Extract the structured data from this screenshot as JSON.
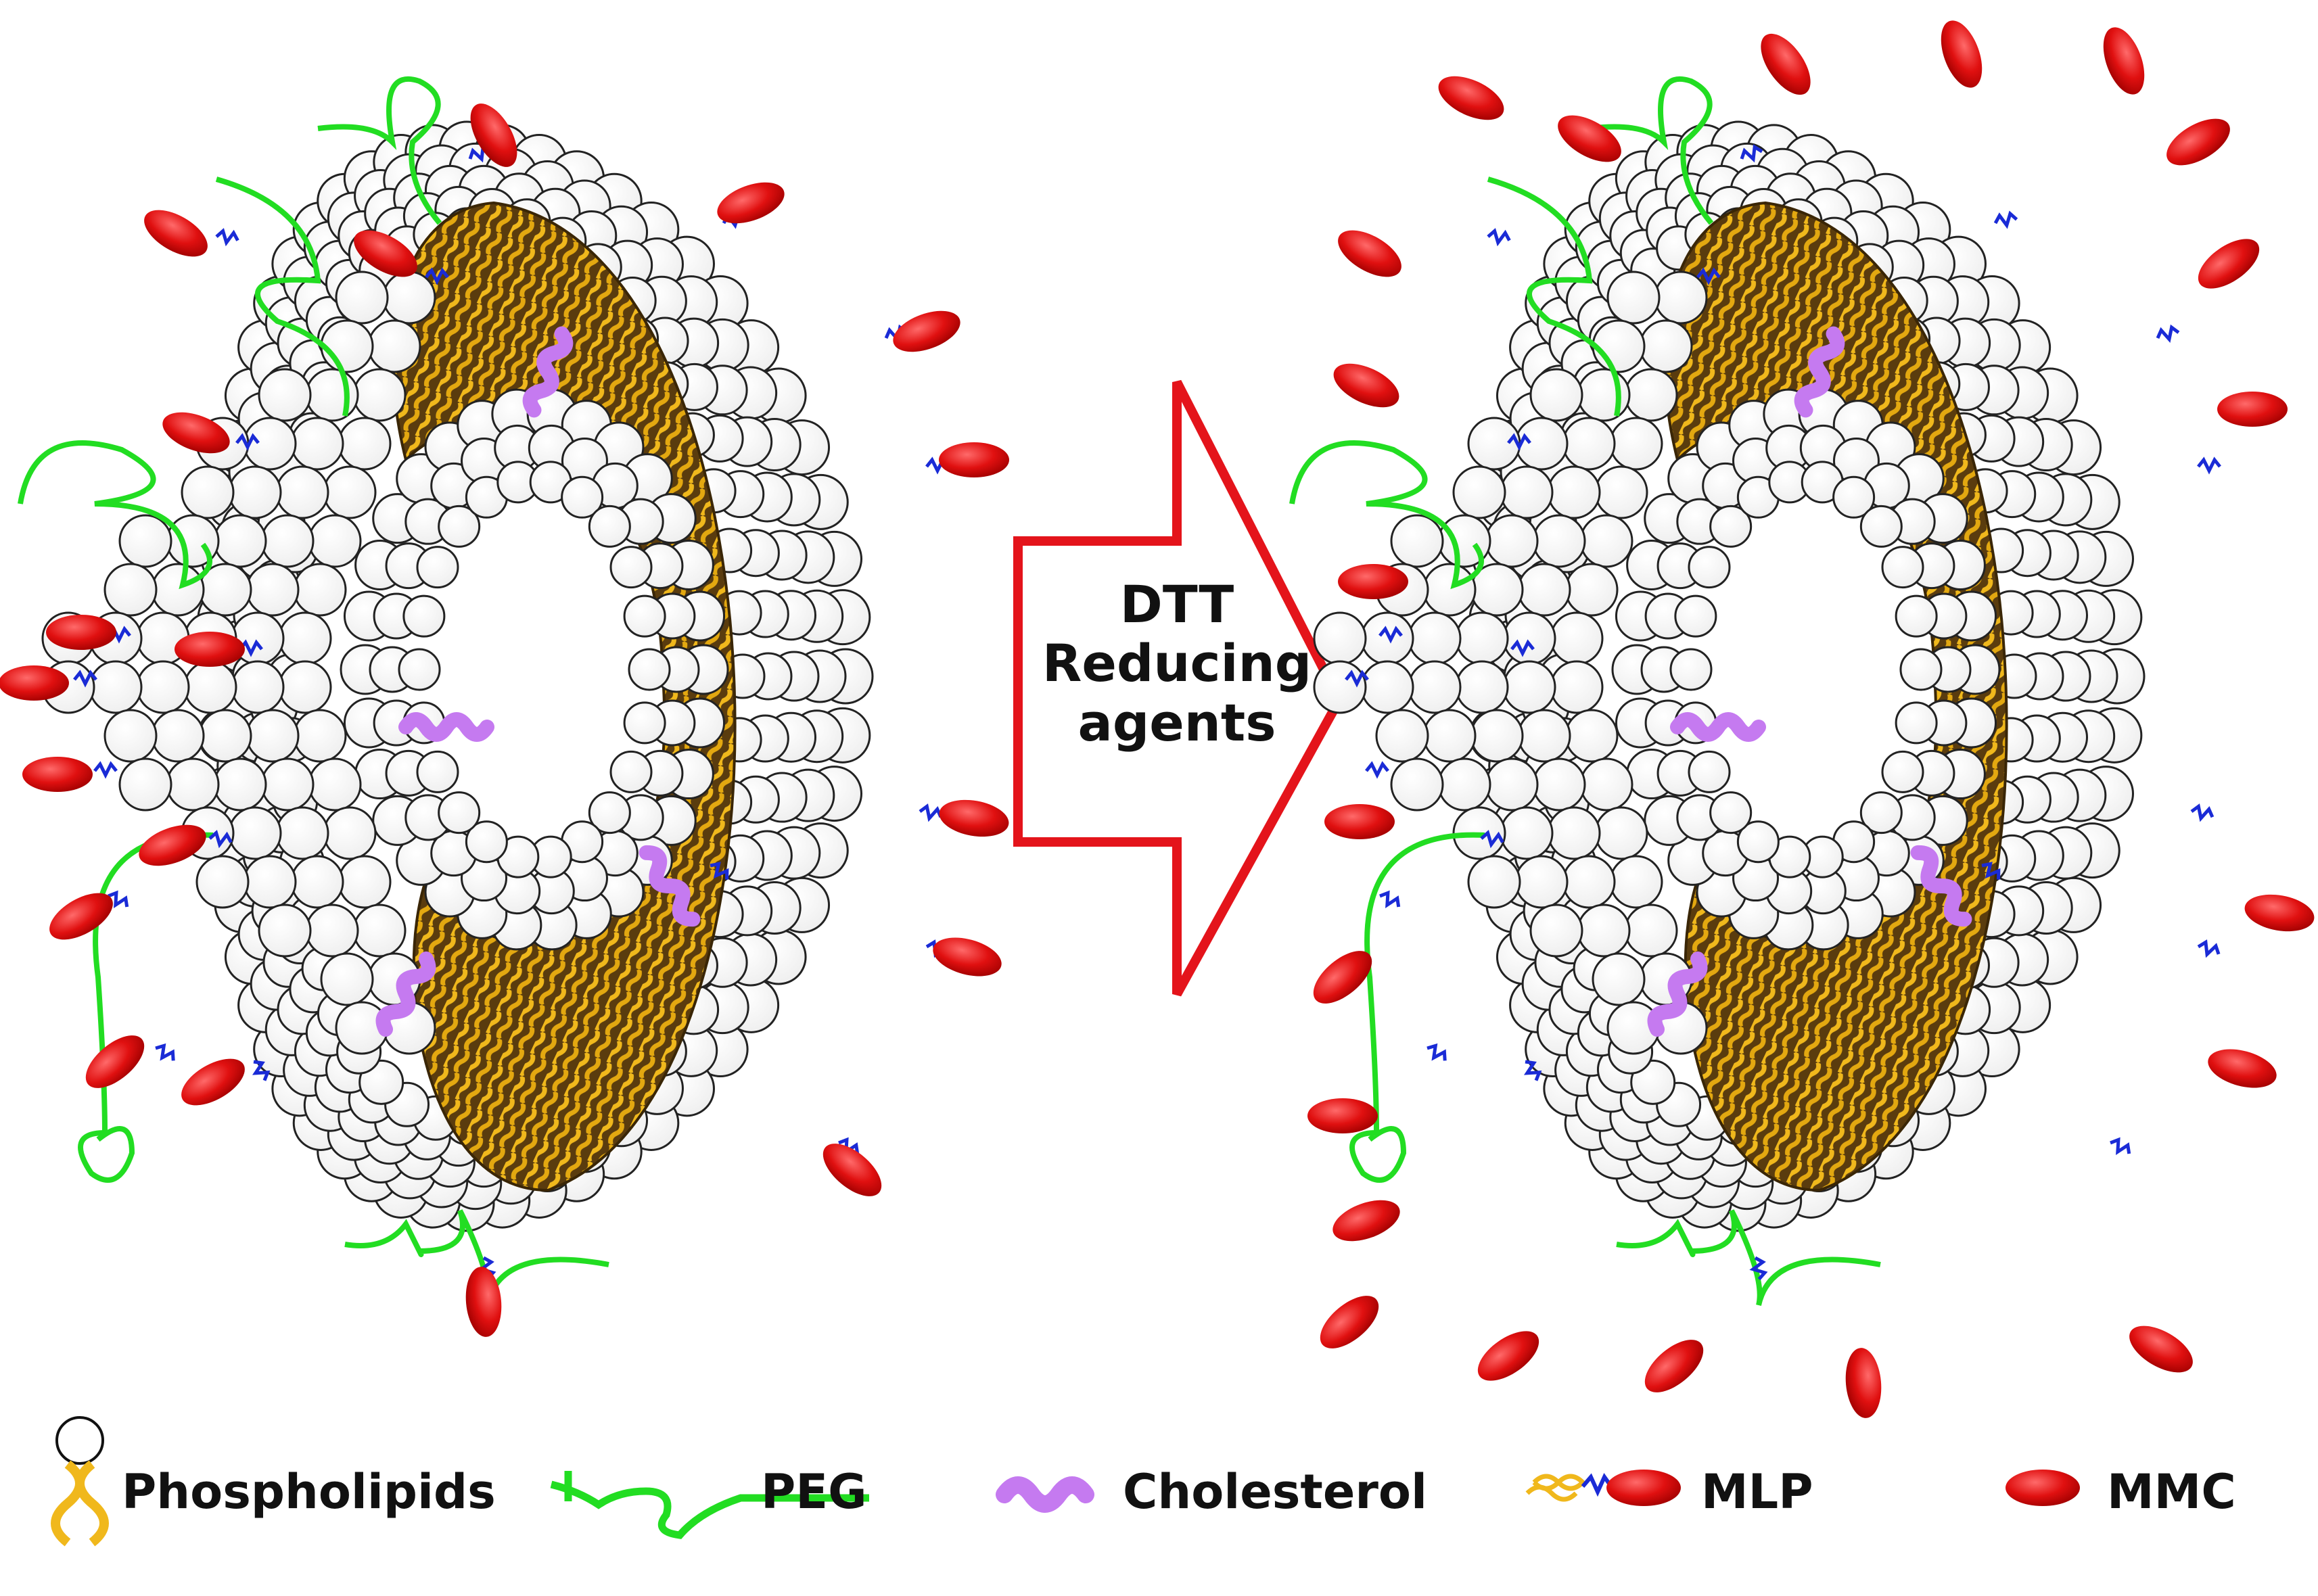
{
  "arrow": {
    "line1": "DTT",
    "line2": "Reducing",
    "line3": "agents",
    "stroke_color": "#e4141b",
    "fill_color": "#ffffff"
  },
  "legend": {
    "phospholipids": "Phospholipids",
    "peg": "PEG",
    "cholesterol": "Cholesterol",
    "mlp": "MLP",
    "mmc": "MMC"
  },
  "colors": {
    "phospholipid_head": "#ffffff",
    "lipid_tail": "#f0b81c",
    "bilayer_core": "#6b4a14",
    "peg": "#22dd22",
    "cholesterol": "#c57af0",
    "linker": "#1a2bd6",
    "mmc": "#e01010"
  }
}
